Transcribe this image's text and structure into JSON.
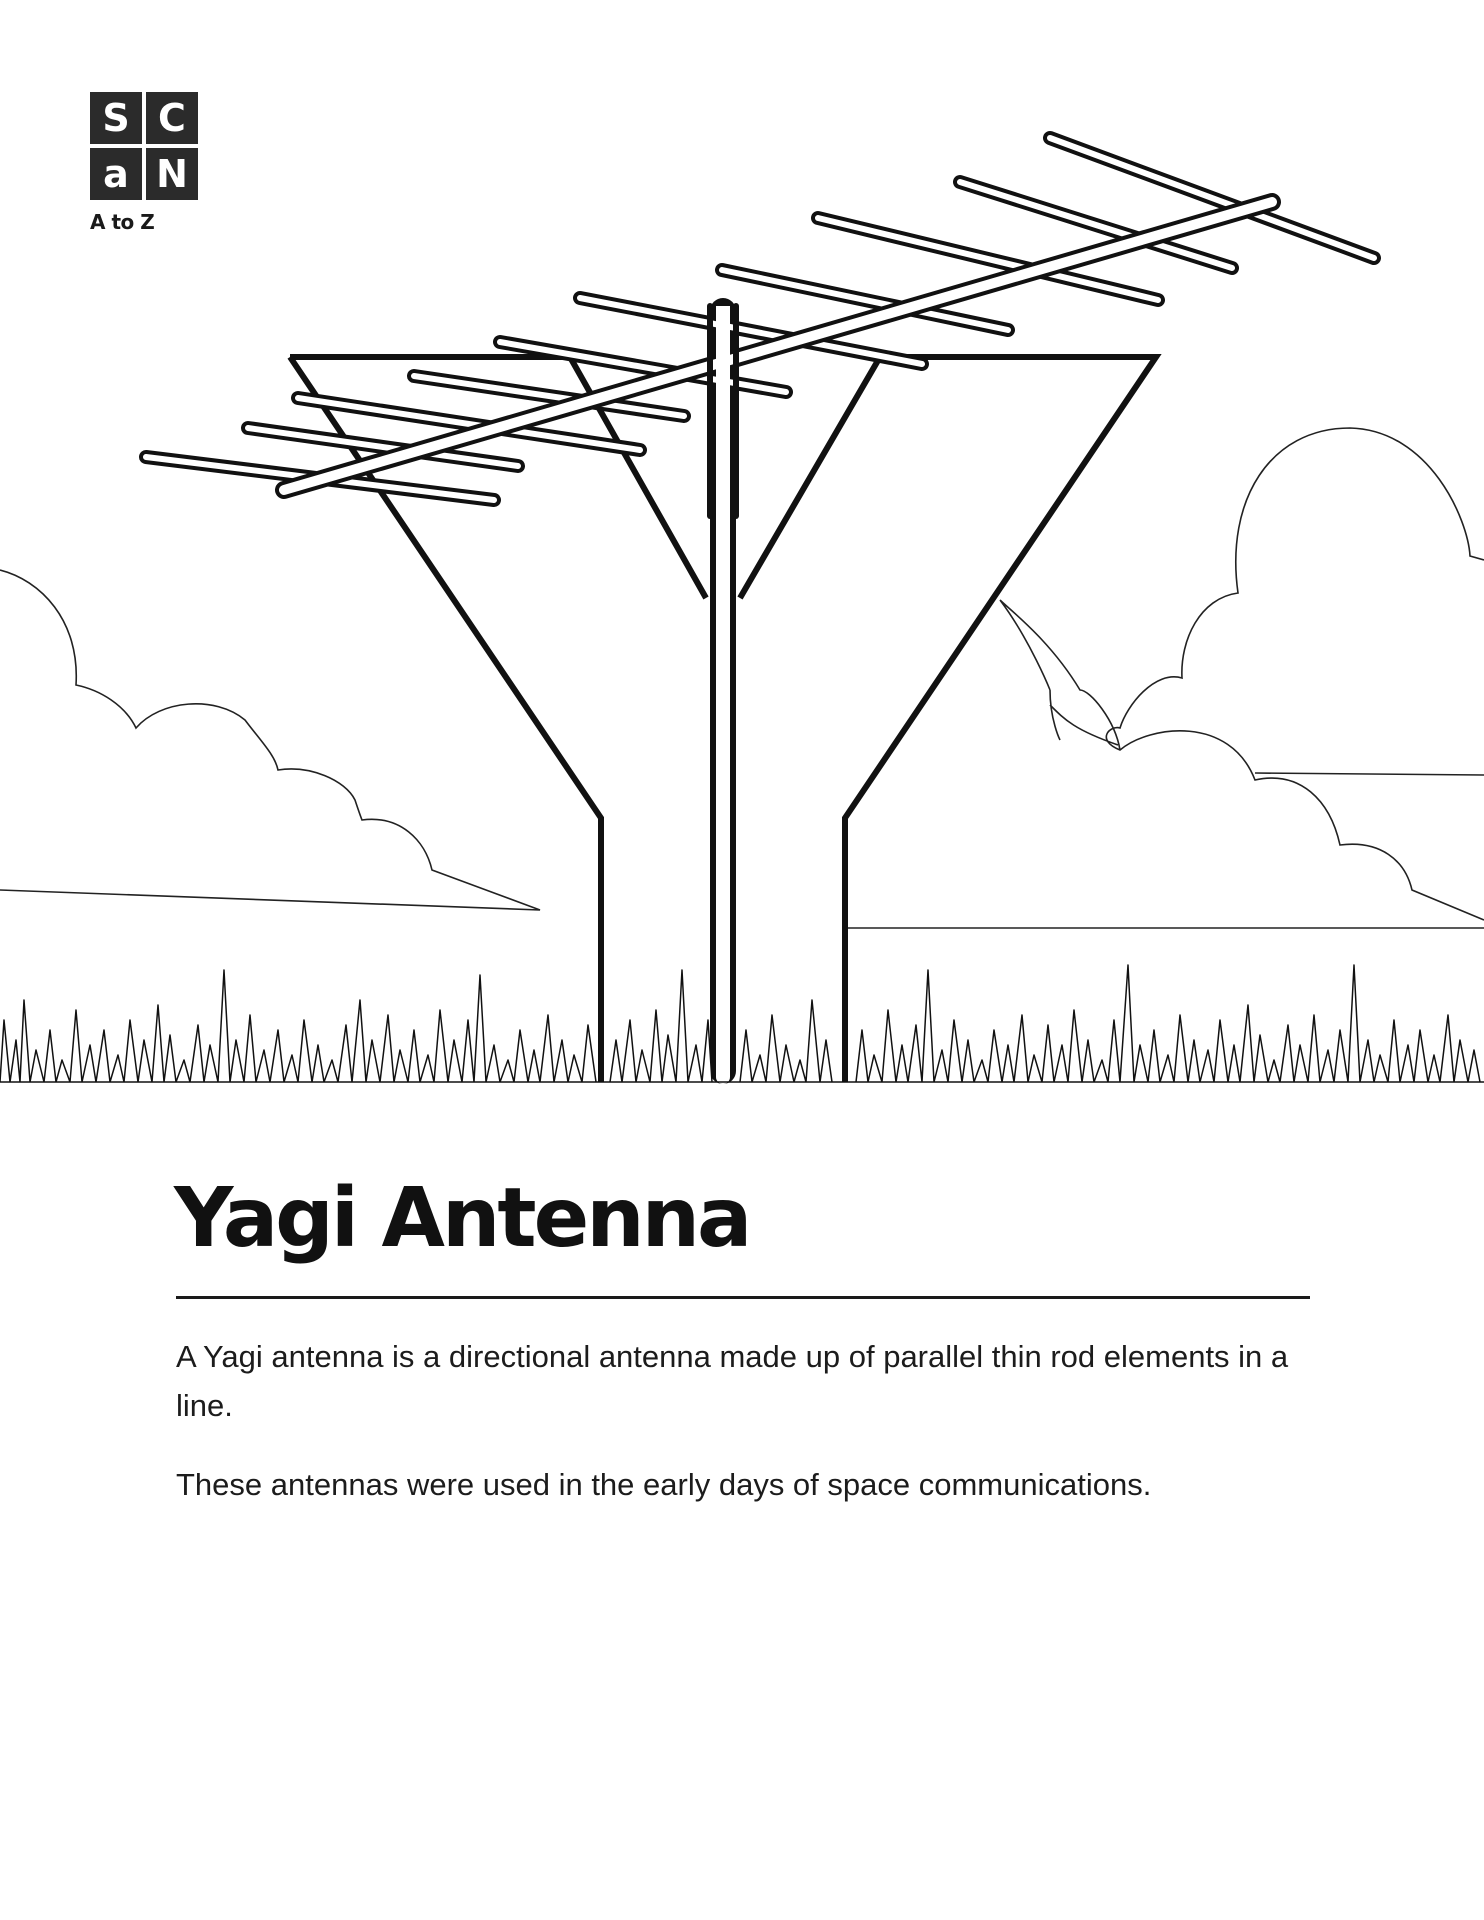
{
  "logo": {
    "tiles": [
      "S",
      "C",
      "a",
      "N"
    ],
    "caption": "A to Z"
  },
  "illustration": {
    "subject": "yagi-antenna",
    "elements": [
      "antenna",
      "mast",
      "clouds",
      "grass"
    ]
  },
  "title": "Yagi Antenna",
  "description": [
    "A Yagi antenna is a directional antenna made up of parallel thin rod elements in a line.",
    "These antennas were used in the early days of space communications."
  ],
  "colors": {
    "ink": "#111111",
    "logo_tile": "#2b2b2b",
    "background": "#ffffff"
  }
}
